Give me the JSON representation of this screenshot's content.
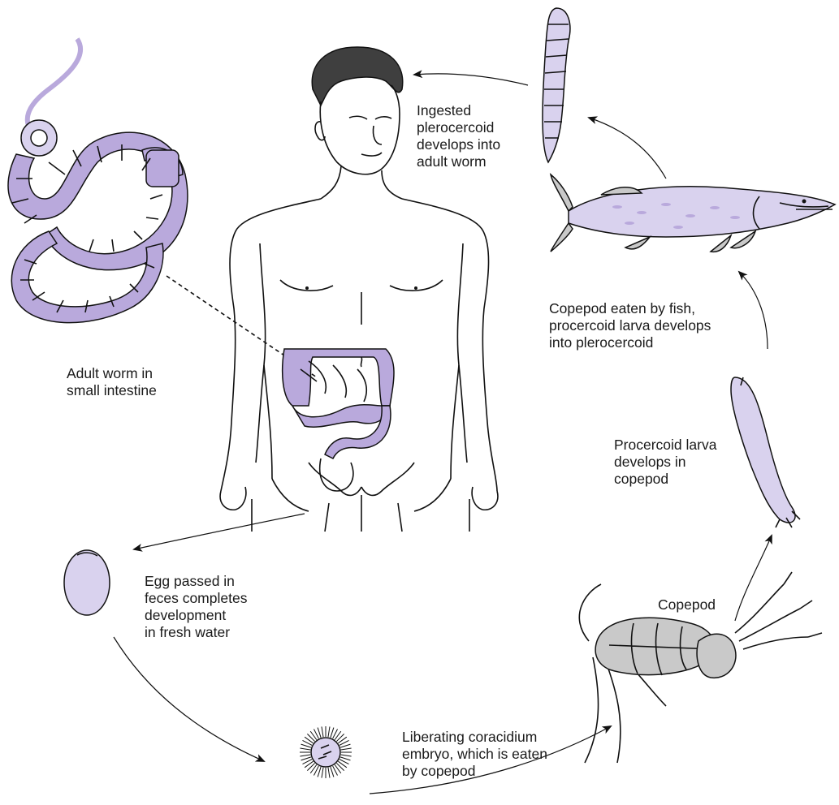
{
  "captions": {
    "ingested": [
      "Ingested",
      "plerocercoid",
      "develops into",
      "adult worm"
    ],
    "adult_worm": [
      "Adult worm in",
      "small intestine"
    ],
    "copepod_eaten": [
      "Copepod eaten by fish,",
      "procercoid larva develops",
      "into plerocercoid"
    ],
    "procercoid": [
      "Procercoid larva",
      "develops in",
      "copepod"
    ],
    "egg": [
      "Egg passed in",
      "feces completes",
      "development",
      "in fresh water"
    ],
    "copepod": "Copepod",
    "coracidium": [
      "Liberating coracidium",
      "embryo, which is eaten",
      "by copepod"
    ]
  },
  "colors": {
    "worm": "#b9a9dc",
    "worm_light": "#d9d2ee",
    "copepod": "#c9c9c9",
    "line": "#111111"
  }
}
